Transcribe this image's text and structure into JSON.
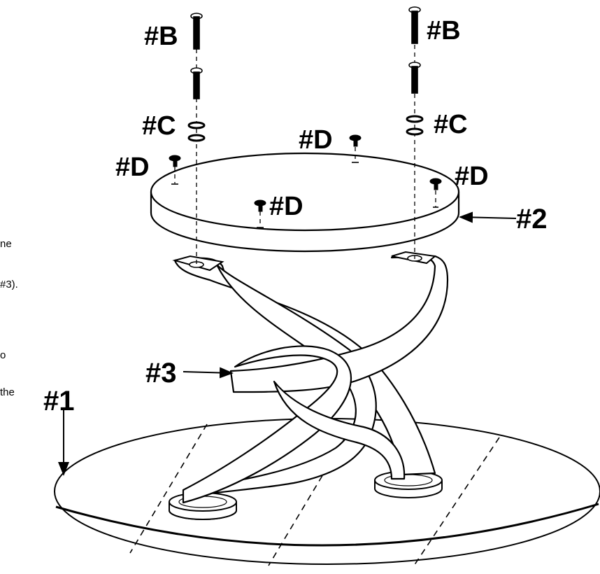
{
  "side_text": [
    "ne",
    "#3).",
    "o",
    "the"
  ],
  "callouts": {
    "b_left": "#B",
    "b_right": "#B",
    "c_left": "#C",
    "c_right": "#C",
    "d_left": "#D",
    "d_top": "#D",
    "d_center": "#D",
    "d_right": "#D",
    "part2": "#2",
    "part3": "#3",
    "part1": "#1"
  }
}
